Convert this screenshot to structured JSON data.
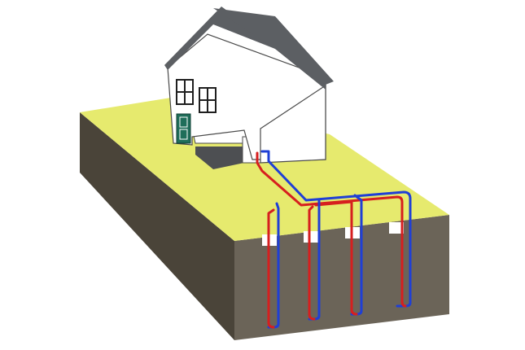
{
  "diagram": {
    "subject": "house-with-vertical-ground-loop",
    "colors": {
      "background": "#ffffff",
      "lawn": "#e6ea6e",
      "soil_front": "#6b6458",
      "soil_side": "#4a4439",
      "soil_bottom_edge": "#3a352c",
      "roof": "#5c5f63",
      "house_wall": "#ffffff",
      "house_outline": "#4a4a4a",
      "door": "#1f6e5a",
      "garage_opening": "#4d4f52",
      "supply_pipe": "#1f3fd6",
      "return_pipe": "#d61f1f",
      "borehole_cap": "#ffffff"
    },
    "boreholes": [
      {
        "id": "borehole-1"
      },
      {
        "id": "borehole-2"
      },
      {
        "id": "borehole-3"
      },
      {
        "id": "borehole-4"
      }
    ]
  }
}
